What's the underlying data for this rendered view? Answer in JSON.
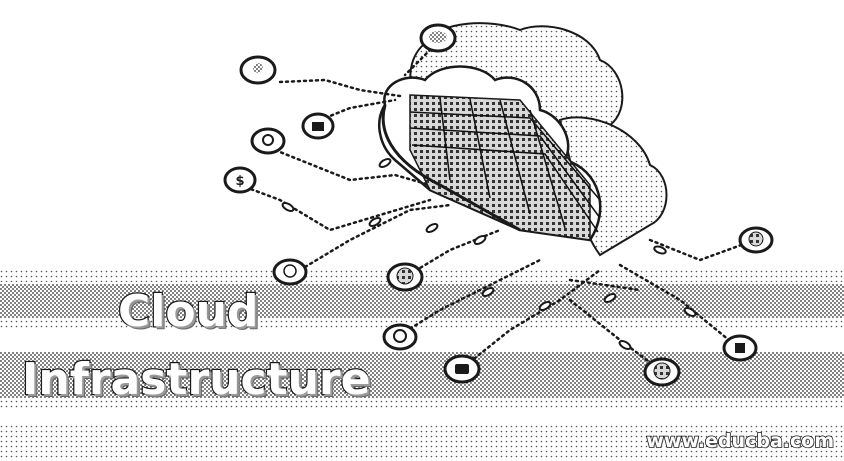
{
  "image": {
    "title_line_1": "Cloud",
    "title_line_2": "Infrastructure",
    "watermark": "www.educba.com"
  },
  "icons": [
    "user-icon",
    "chat-icon",
    "lock-icon",
    "settings-icon",
    "dollar-icon",
    "globe-icon",
    "database-icon",
    "wifi-icon",
    "phone-icon",
    "mail-icon",
    "shield-icon",
    "chart-icon"
  ],
  "colors": {
    "ink": "#1a1a1a",
    "background": "#ffffff",
    "halftone": "#9a9a9a"
  }
}
